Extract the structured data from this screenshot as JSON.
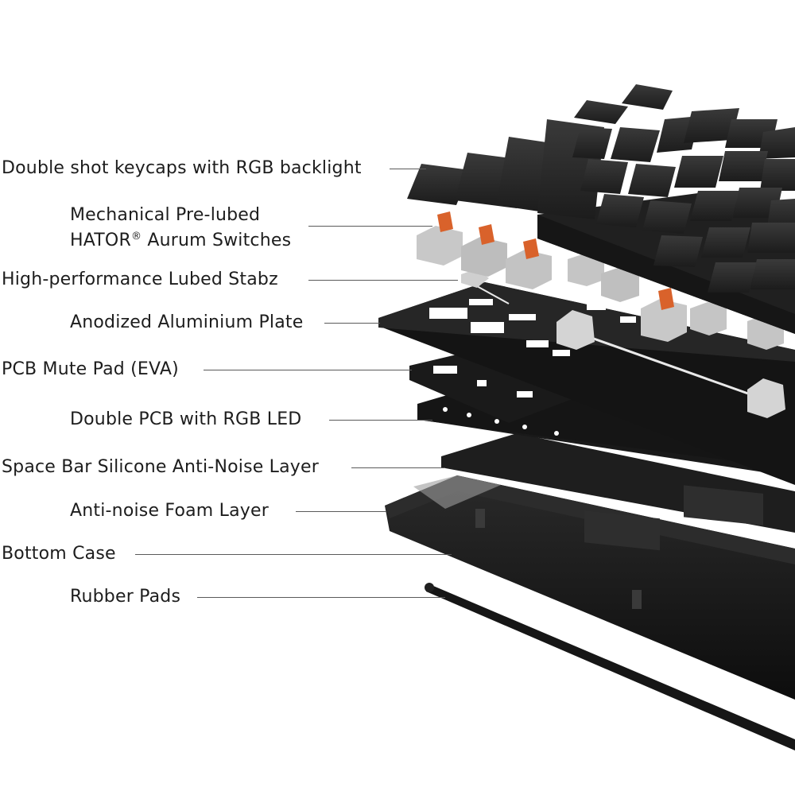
{
  "colors": {
    "background": "#ffffff",
    "text": "#1d1d1d",
    "keycap": "#2b2b2b",
    "plate": "#1b1b1b",
    "switch_housing": "#c8c8c8",
    "switch_stem": "#d9622b"
  },
  "labels": [
    {
      "id": "keycaps",
      "text": "Double shot keycaps with RGB backlight"
    },
    {
      "id": "switches",
      "line1": "Mechanical Pre-lubed",
      "line2a": "HATOR",
      "registered": "®",
      "line2b": " Aurum Switches"
    },
    {
      "id": "stabz",
      "text": "High-performance Lubed Stabz"
    },
    {
      "id": "plate",
      "text": "Anodized Aluminium Plate"
    },
    {
      "id": "mute-pad",
      "text": "PCB Mute Pad (EVA)"
    },
    {
      "id": "pcb",
      "text": "Double PCB with RGB LED"
    },
    {
      "id": "spacebar-layer",
      "text": "Space Bar Silicone Anti-Noise Layer"
    },
    {
      "id": "foam",
      "text": "Anti-noise Foam Layer"
    },
    {
      "id": "case",
      "text": "Bottom Case"
    },
    {
      "id": "pads",
      "text": "Rubber Pads"
    }
  ]
}
